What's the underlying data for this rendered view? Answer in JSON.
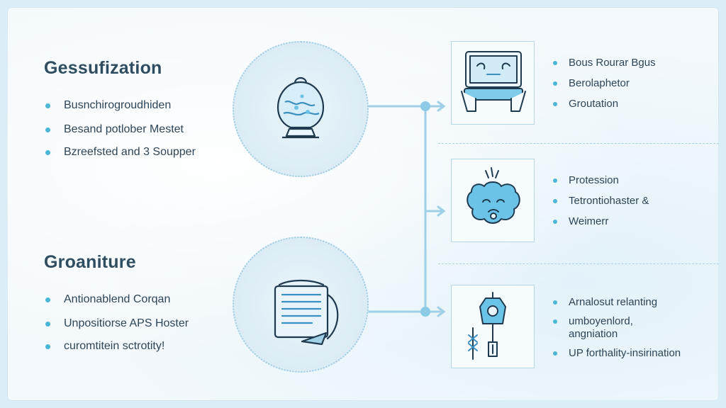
{
  "sections": [
    {
      "title": "Gessufization",
      "bullets": [
        "Busnchirogroudhiden",
        "Besand potlober Mestet",
        "Bzreefsted and 3 Soupper"
      ]
    },
    {
      "title": "Groaniture",
      "bullets": [
        "Antionablend Corqan",
        "Unpositiorse APS Hoster",
        "curomtitein sctrotity!"
      ]
    }
  ],
  "panels": [
    {
      "icon": "monitor-hands-icon",
      "bullets": [
        "Bous Rourar Bgus",
        "Berolaphetor",
        "Groutation"
      ]
    },
    {
      "icon": "cloud-face-icon",
      "bullets": [
        "Protession",
        "Tetrontiohaster &",
        "Weimerr"
      ]
    },
    {
      "icon": "robot-tool-icon",
      "bullets": [
        "Arnalosut relanting",
        "umboyenlord, angniation",
        "UP forthality-insirination"
      ]
    }
  ],
  "colors": {
    "accent": "#4cb6d6",
    "connector": "#9fd0e6",
    "icon_fill": "#6cc3e8",
    "icon_stroke": "#1f3a4f"
  }
}
